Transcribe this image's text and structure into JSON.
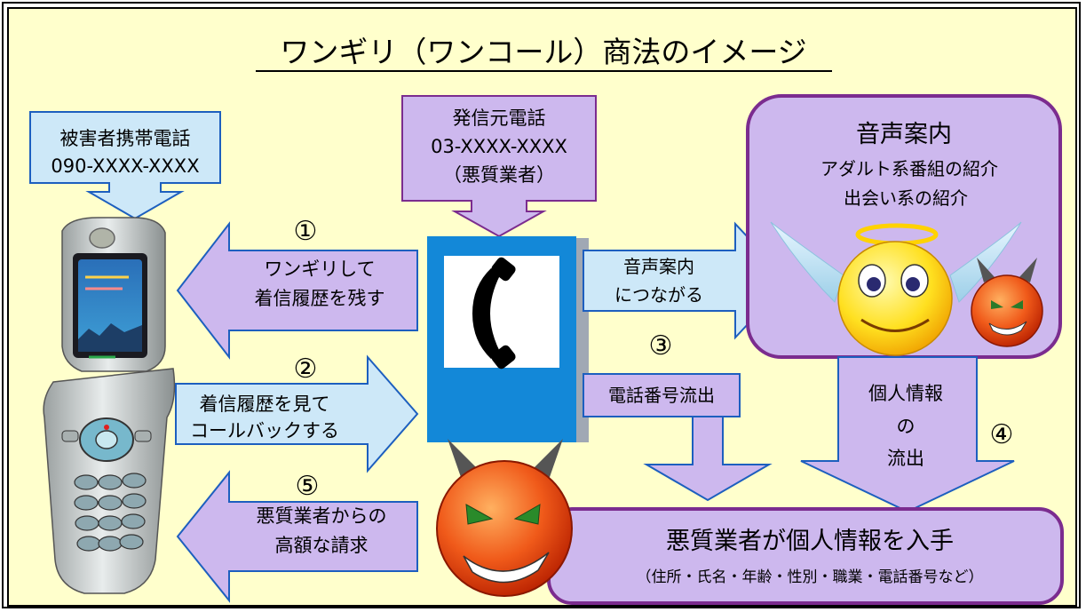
{
  "title": "ワンギリ（ワンコール）商法のイメージ",
  "victim_phone": {
    "label": "被害者携帯電話",
    "number": "090-XXXX-XXXX"
  },
  "source_phone": {
    "label": "発信元電話",
    "number": "03-XXXX-XXXX",
    "note": "（悪質業者）"
  },
  "voice_guide": {
    "title": "音声案内",
    "line1": "アダルト系番組の紹介",
    "line2": "出会い系の紹介"
  },
  "steps": {
    "step1": {
      "num": "①",
      "line1": "ワンギリして",
      "line2": "着信履歴を残す"
    },
    "step2": {
      "num": "②",
      "line1": "着信履歴を見て",
      "line2": "コールバックする"
    },
    "step3": {
      "num": "③",
      "label": "電話番号流出"
    },
    "step4": {
      "num": "④",
      "line1": "個人情報",
      "line2": "の",
      "line3": "流出"
    },
    "step5": {
      "num": "⑤",
      "line1": "悪質業者からの",
      "line2": "高額な請求"
    }
  },
  "connect": {
    "line1": "音声案内",
    "line2": "につながる"
  },
  "result": {
    "title": "悪質業者が個人情報を入手",
    "detail": "（住所・氏名・年齢・性別・職業・電話番号など）"
  },
  "colors": {
    "background": "#ffffcc",
    "arrow_left": "#cdb8ee",
    "arrow_right": "#cde8f8",
    "guide_fill": "#cdb8ee",
    "guide_border": "#7b2c8f",
    "phone_blue": "#1388d8",
    "devil_red": "#e8421a"
  }
}
